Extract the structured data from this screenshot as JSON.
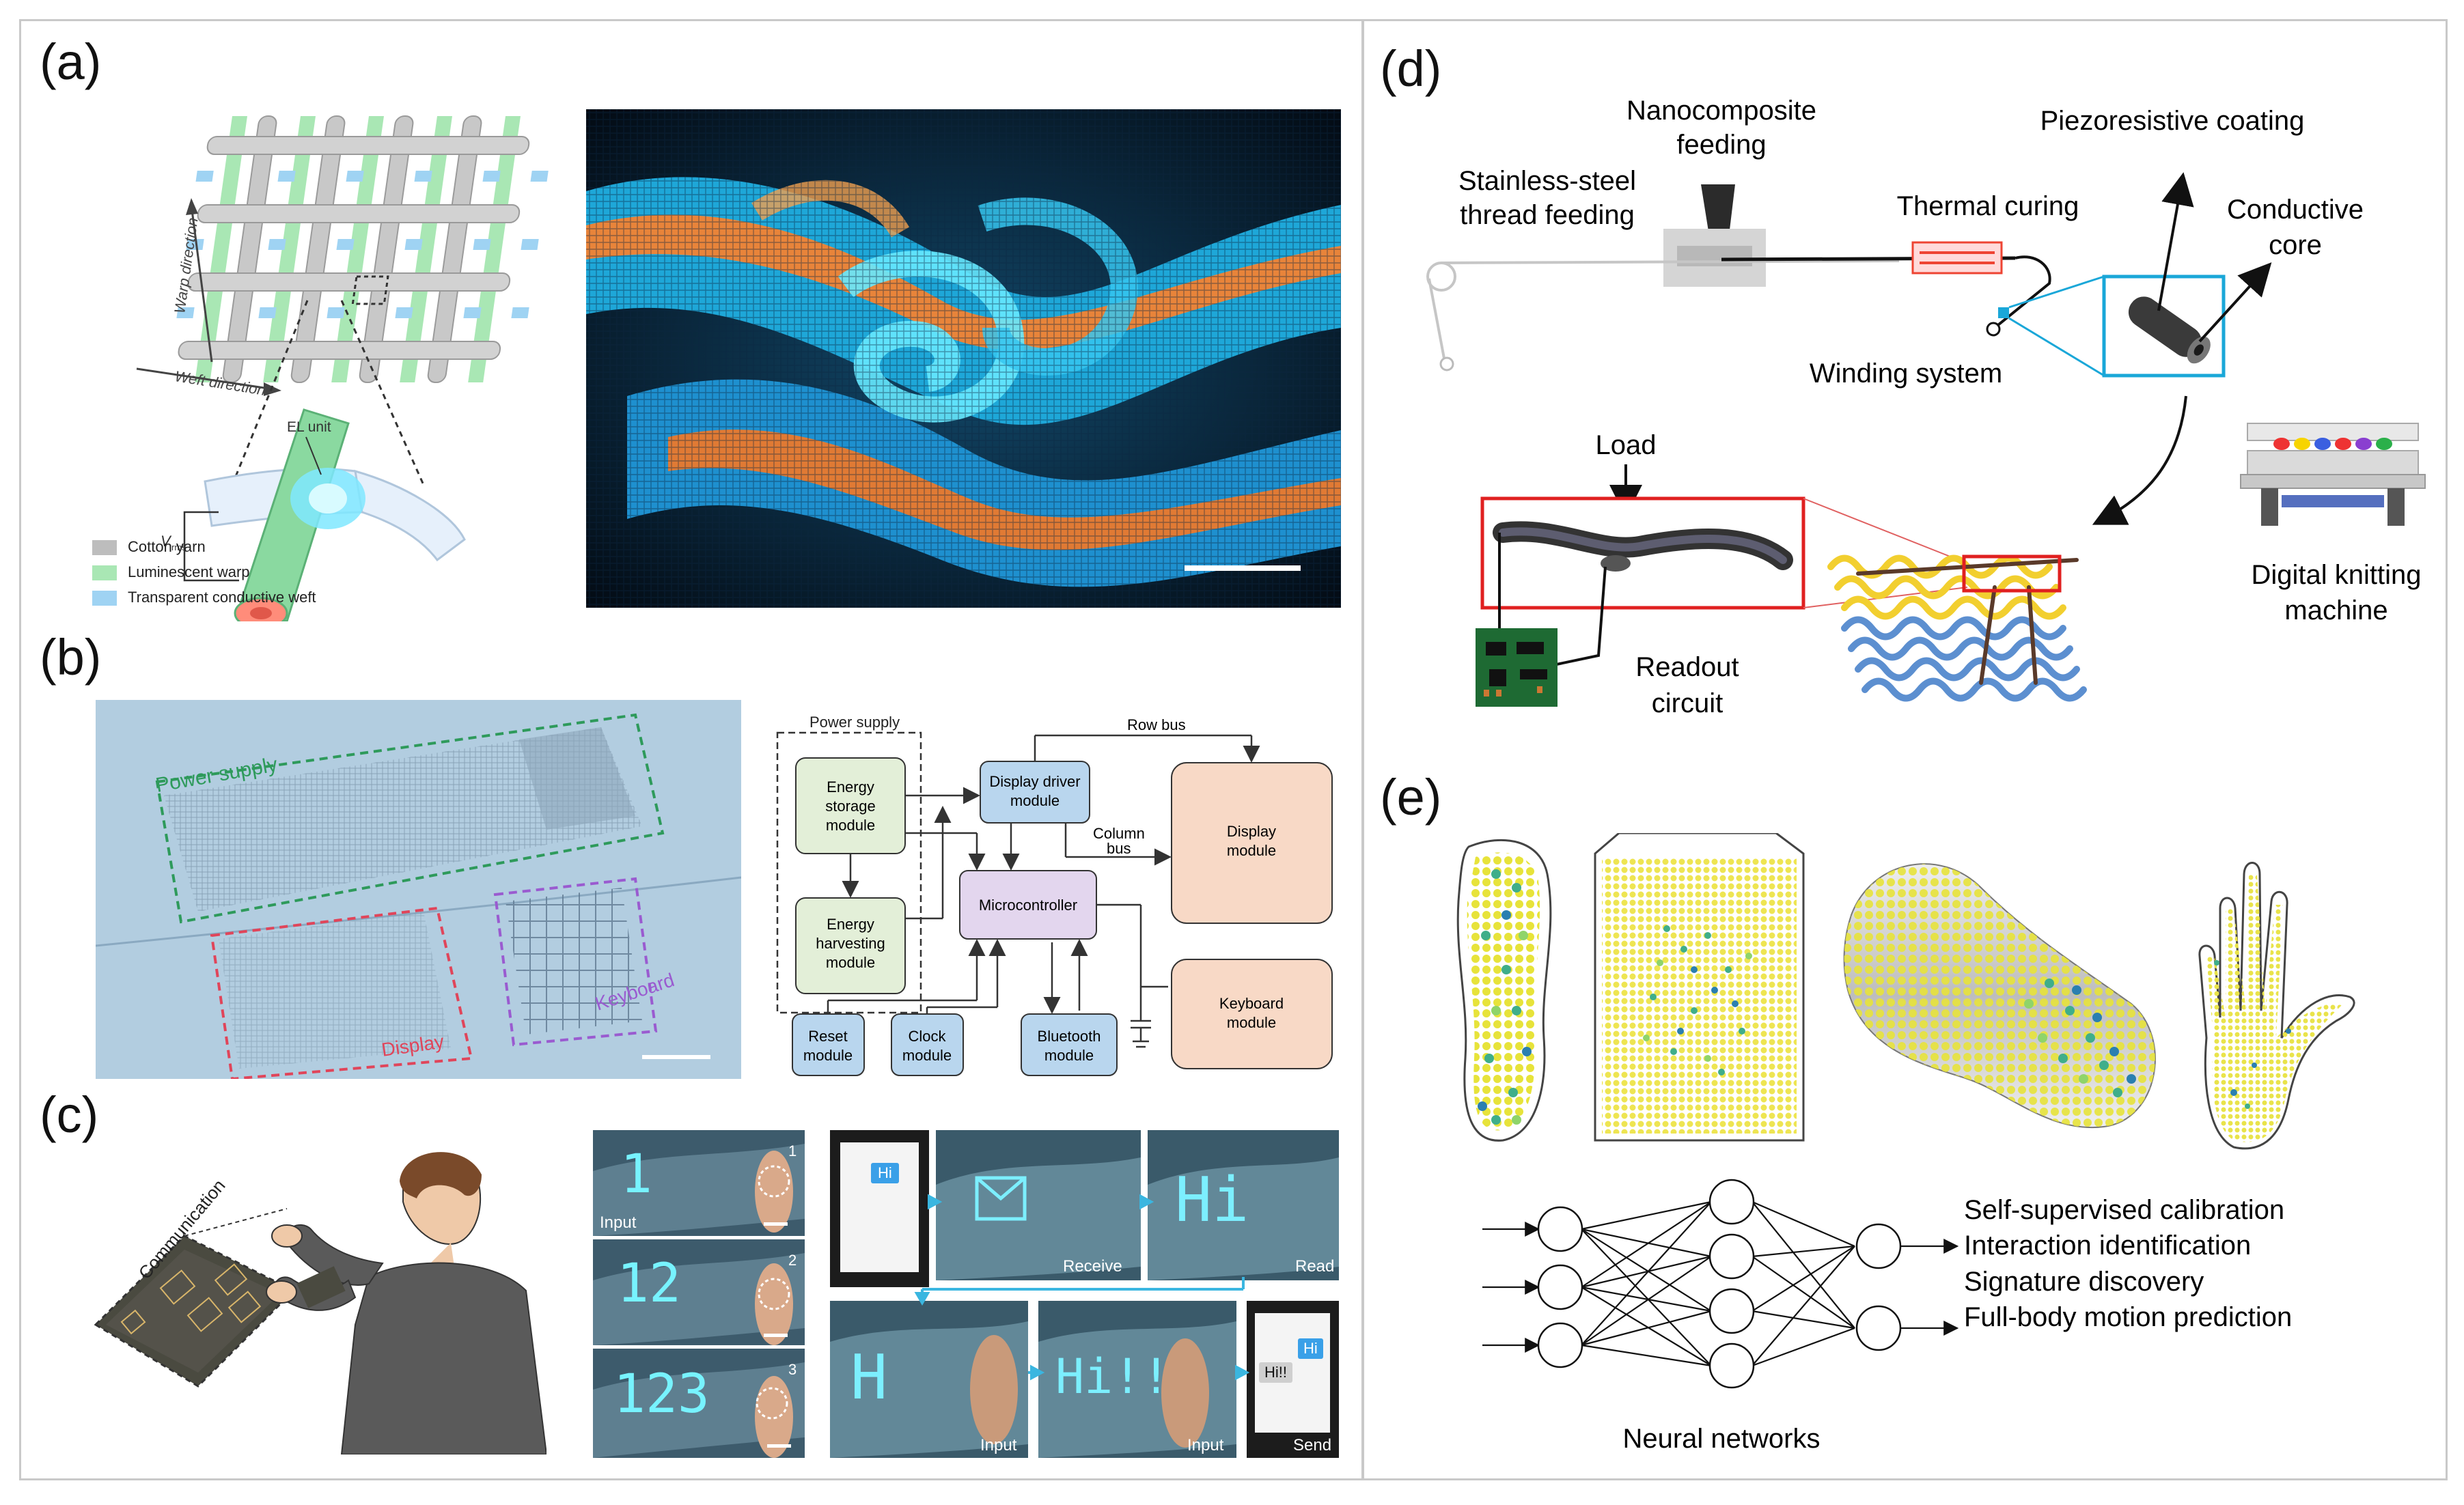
{
  "panels": {
    "a": {
      "label": "(a)",
      "warp_direction": "Warp direction",
      "weft_direction": "Weft direction",
      "el_unit": "EL unit",
      "v_rms": "V",
      "v_rms_sub": "rms",
      "legend": [
        "Cotton yarn",
        "Luminescent warp",
        "Transparent conductive weft"
      ],
      "legend_colors": [
        "#bdbdbd",
        "#a9e7b4",
        "#9fd3f3"
      ]
    },
    "b": {
      "label": "(b)",
      "photo_labels": {
        "power_supply": "Power supply",
        "display": "Display",
        "keyboard": "Keyboard"
      },
      "diagram": {
        "power_supply": "Power supply",
        "energy_storage": [
          "Energy",
          "storage",
          "module"
        ],
        "energy_harvesting": [
          "Energy",
          "harvesting",
          "module"
        ],
        "display_driver": [
          "Display driver",
          "module"
        ],
        "row_bus": "Row bus",
        "column_bus": [
          "Column",
          "bus"
        ],
        "display_module": [
          "Display",
          "module"
        ],
        "microcontroller": "Microcontroller",
        "keyboard_module": [
          "Keyboard",
          "module"
        ],
        "reset_module": [
          "Reset",
          "module"
        ],
        "clock_module": [
          "Clock",
          "module"
        ],
        "bluetooth_module": [
          "Bluetooth",
          "module"
        ]
      },
      "colors": {
        "power": "#e3efd8",
        "driver": "#b9d6ee",
        "display": "#f8d9c6",
        "micro": "#e3d6ee",
        "small": "#b9d6ee"
      }
    },
    "c": {
      "label": "(c)",
      "communication": "Communication",
      "screen_text": [
        "1",
        "12",
        "123"
      ],
      "tile_numbers": [
        "1",
        "2",
        "3"
      ],
      "tile_captions": {
        "input": "Input",
        "receive": "Receive",
        "read": "Read",
        "send": "Send"
      },
      "phone_hi": "Hi",
      "phone_reply": "Hi!!",
      "fabric_hi": "Hi",
      "fabric_input1": "H",
      "fabric_input2": "Hi!!"
    },
    "d": {
      "label": "(d)",
      "nanocomposite": [
        "Nanocomposite",
        "feeding"
      ],
      "stainless": [
        "Stainless-steel",
        "thread feeding"
      ],
      "thermal": "Thermal curing",
      "piezo": "Piezoresistive coating",
      "conductive": [
        "Conductive",
        "core"
      ],
      "winding": "Winding system",
      "load": "Load",
      "readout": [
        "Readout",
        "circuit"
      ],
      "knitting": [
        "Digital knitting",
        "machine"
      ]
    },
    "e": {
      "label": "(e)",
      "outputs": [
        "Self-supervised calibration",
        "Interaction identification",
        "Signature discovery",
        "Full-body motion prediction"
      ],
      "neural": "Neural networks"
    }
  }
}
